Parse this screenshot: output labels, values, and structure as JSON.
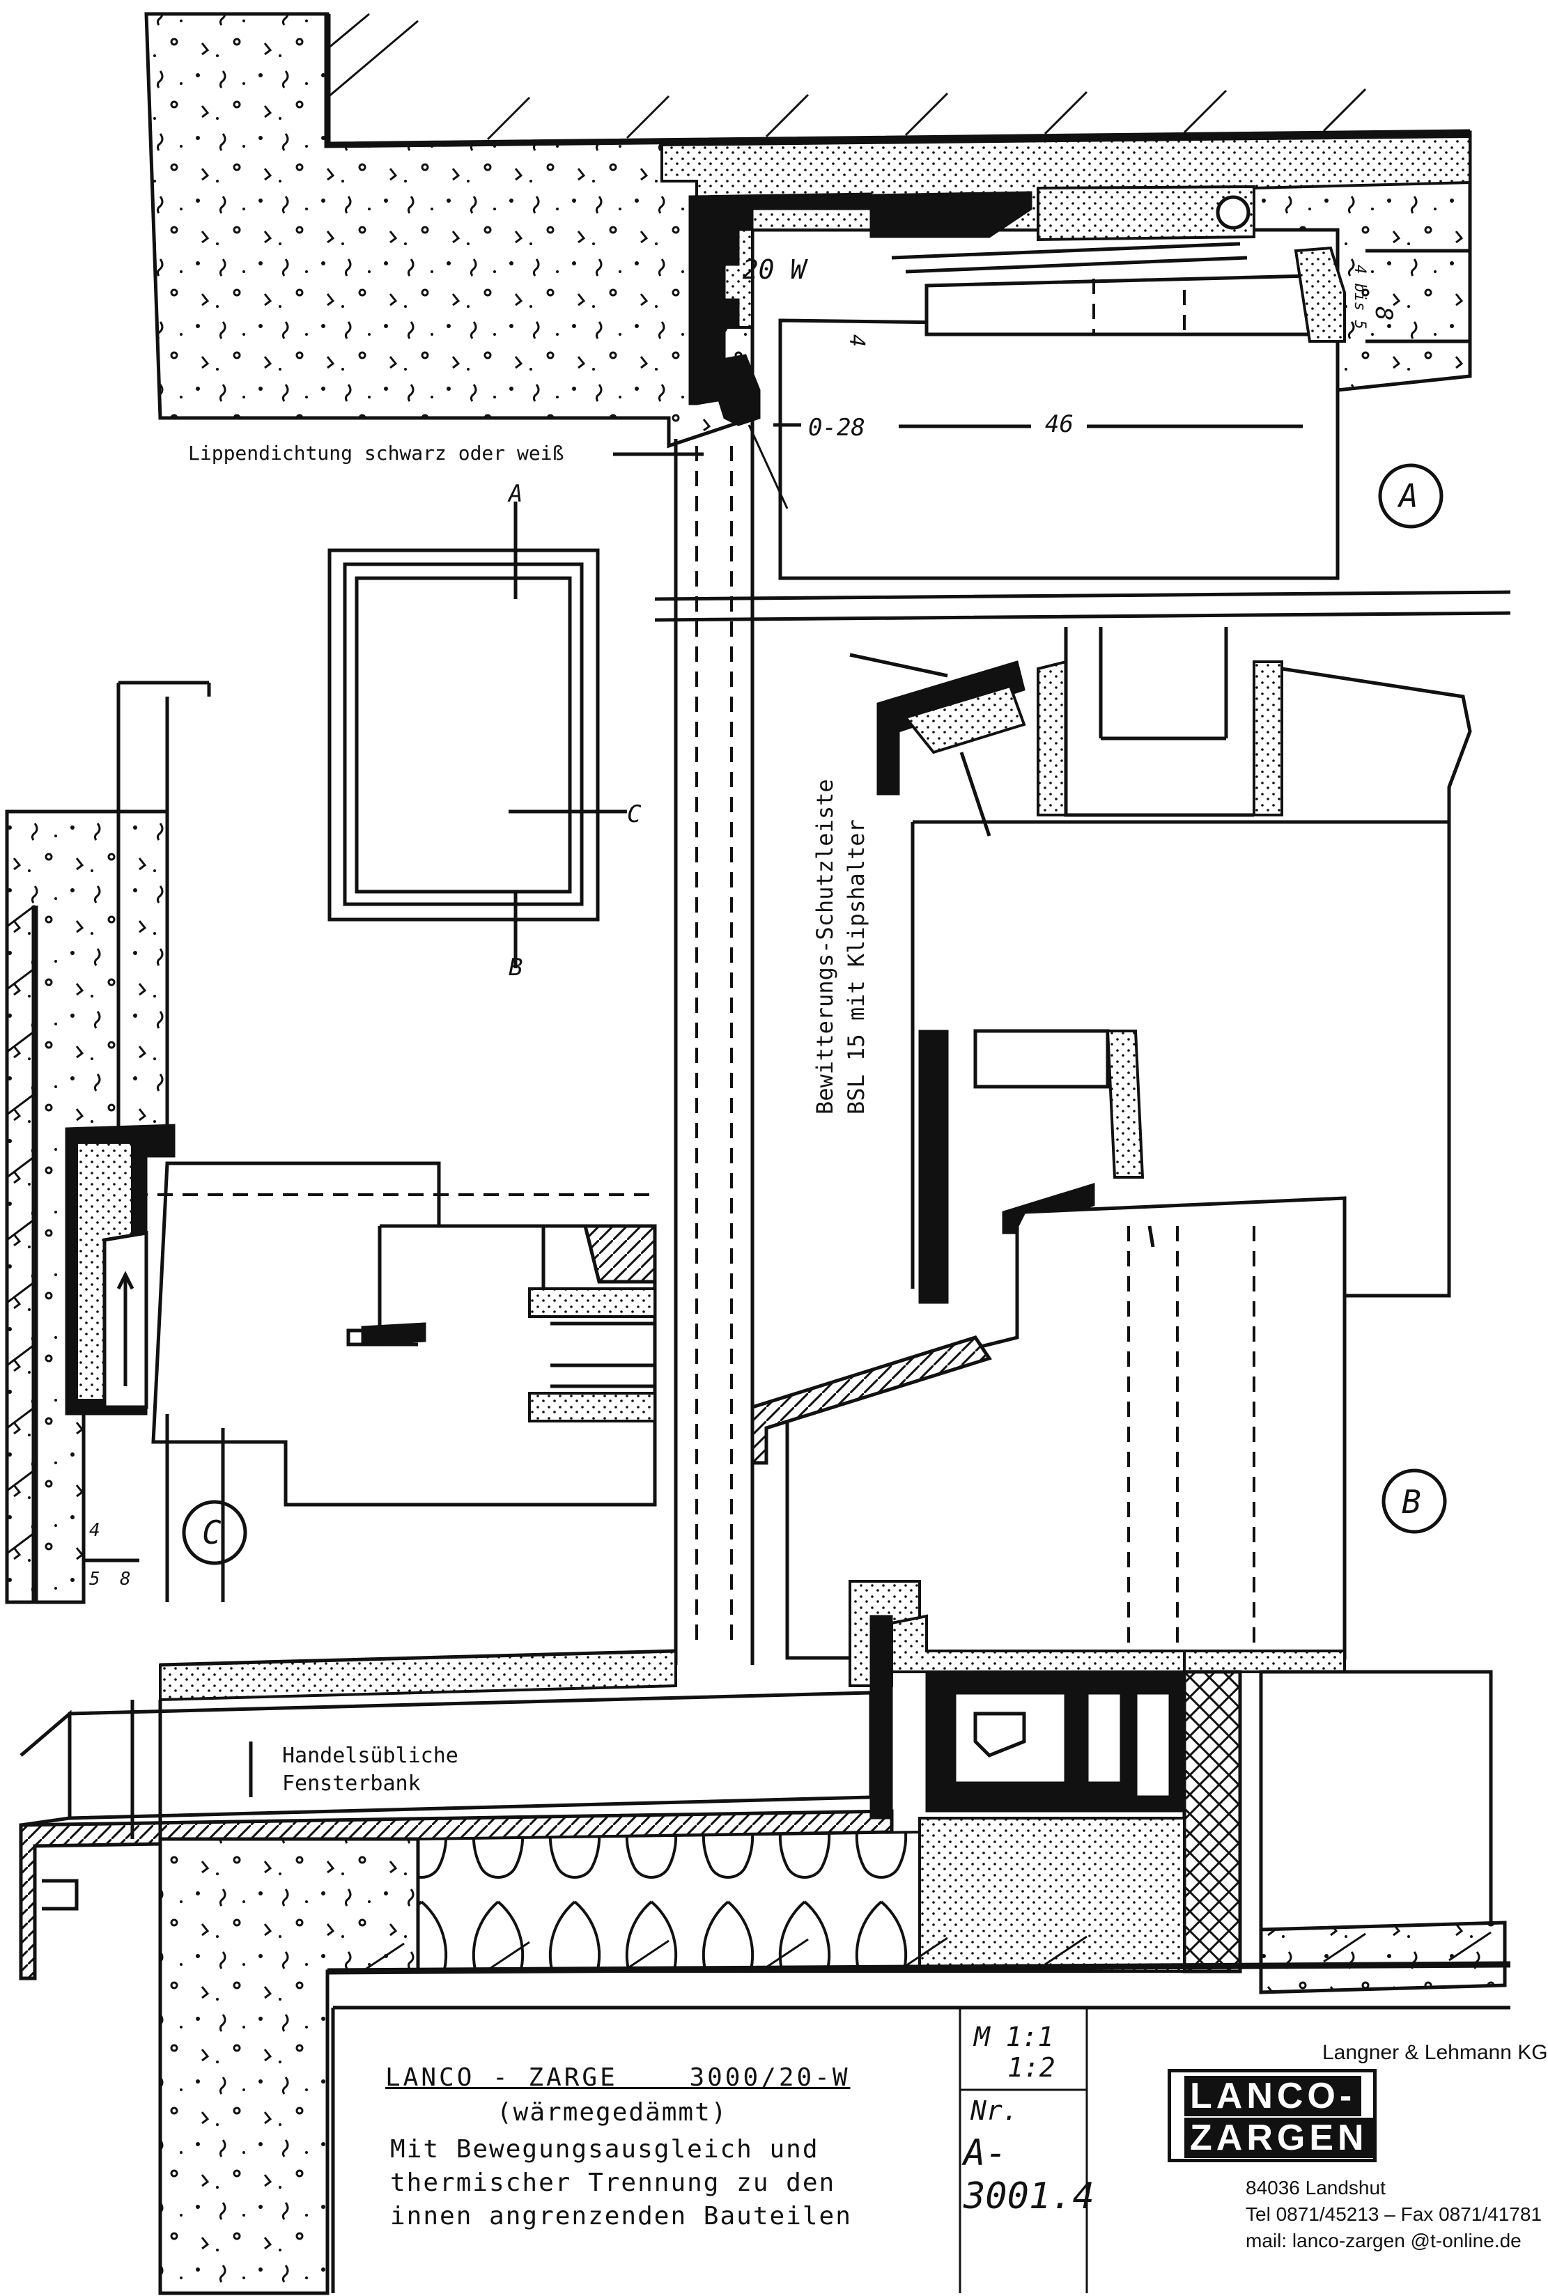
{
  "drawing": {
    "labels": {
      "profile": "P 20 W",
      "lip_seal": "Lippendichtung schwarz oder weiß",
      "gap": "0-28",
      "width": "46",
      "dim_4_bis_5": "4 bis 5",
      "dim_8": "8",
      "dim_4_small": "4",
      "weather_strip_1": "Bewitterungs-Schutzleiste",
      "weather_strip_2": "BSL 15 mit Klipshalter",
      "sill_1": "Handelsübliche",
      "sill_2": "Fensterbank",
      "wall_dim_4": "4",
      "wall_dim_5": "5",
      "wall_dim_8": "8"
    },
    "details": {
      "A": "A",
      "B": "B",
      "C": "C"
    }
  },
  "titleblock": {
    "title": "LANCO - ZARGE    3000/20-W",
    "subtitle": "(wärmegedämmt)",
    "description": [
      "Mit Bewegungsausgleich und",
      "thermischer Trennung zu den",
      "innen angrenzenden Bauteilen"
    ],
    "scale_1": "M 1:1",
    "scale_2": "1:2",
    "nr_label": "Nr.",
    "number_1": "A-",
    "number_2": "3001.4"
  },
  "brand": {
    "company": "Langner & Lehmann KG",
    "logo_line_1": "LANCO-",
    "logo_line_2": "ZARGEN",
    "city": "84036 Landshut",
    "phone": "Tel 0871/45213 – Fax 0871/41781",
    "mail": "mail: lanco-zargen @t-online.de"
  }
}
